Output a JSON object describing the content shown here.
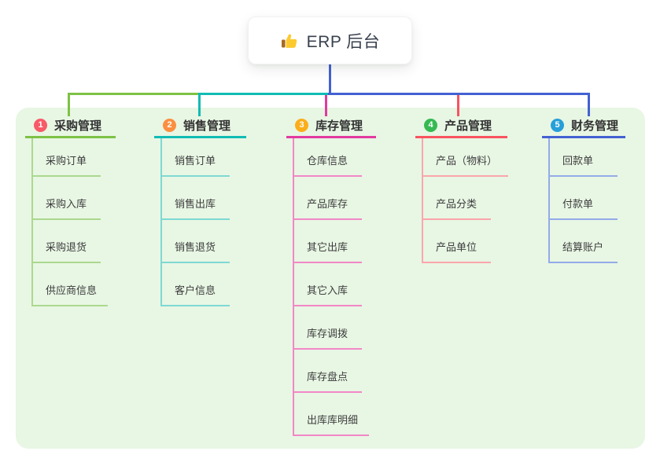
{
  "root": {
    "title": "ERP 后台",
    "icon": "thumbs-up-icon"
  },
  "branches": [
    {
      "num": "1",
      "label": "采购管理",
      "badge_color": "#f85a68",
      "line_color": "#7dc244",
      "child_line_color": "#abd98d",
      "children": [
        "采购订单",
        "采购入库",
        "采购退货",
        "供应商信息"
      ]
    },
    {
      "num": "2",
      "label": "销售管理",
      "badge_color": "#fb8f40",
      "line_color": "#11bcb4",
      "child_line_color": "#7ed9d2",
      "children": [
        "销售订单",
        "销售出库",
        "销售退货",
        "客户信息"
      ]
    },
    {
      "num": "3",
      "label": "库存管理",
      "badge_color": "#fbae1a",
      "line_color": "#e23a9e",
      "child_line_color": "#f287c6",
      "children": [
        "仓库信息",
        "产品库存",
        "其它出库",
        "其它入库",
        "库存调拨",
        "库存盘点",
        "出库库明细"
      ]
    },
    {
      "num": "4",
      "label": "产品管理",
      "badge_color": "#35ba52",
      "line_color": "#f8535f",
      "child_line_color": "#faa6ab",
      "children": [
        "产品（物料）",
        "产品分类",
        "产品单位"
      ]
    },
    {
      "num": "5",
      "label": "财务管理",
      "badge_color": "#279fd9",
      "line_color": "#4361d2",
      "child_line_color": "#93abe8",
      "children": [
        "回款单",
        "付款单",
        "结算账户"
      ]
    }
  ],
  "colors": {
    "panel_bg": "#e8f6e4",
    "stem_blue": "#4361d2",
    "root_text": "#39414e",
    "thumb_yellow": "#fcca2f",
    "thumb_sleeve": "#a96921",
    "branch_title_text": "#333333",
    "child_text": "#3d3d3d"
  }
}
